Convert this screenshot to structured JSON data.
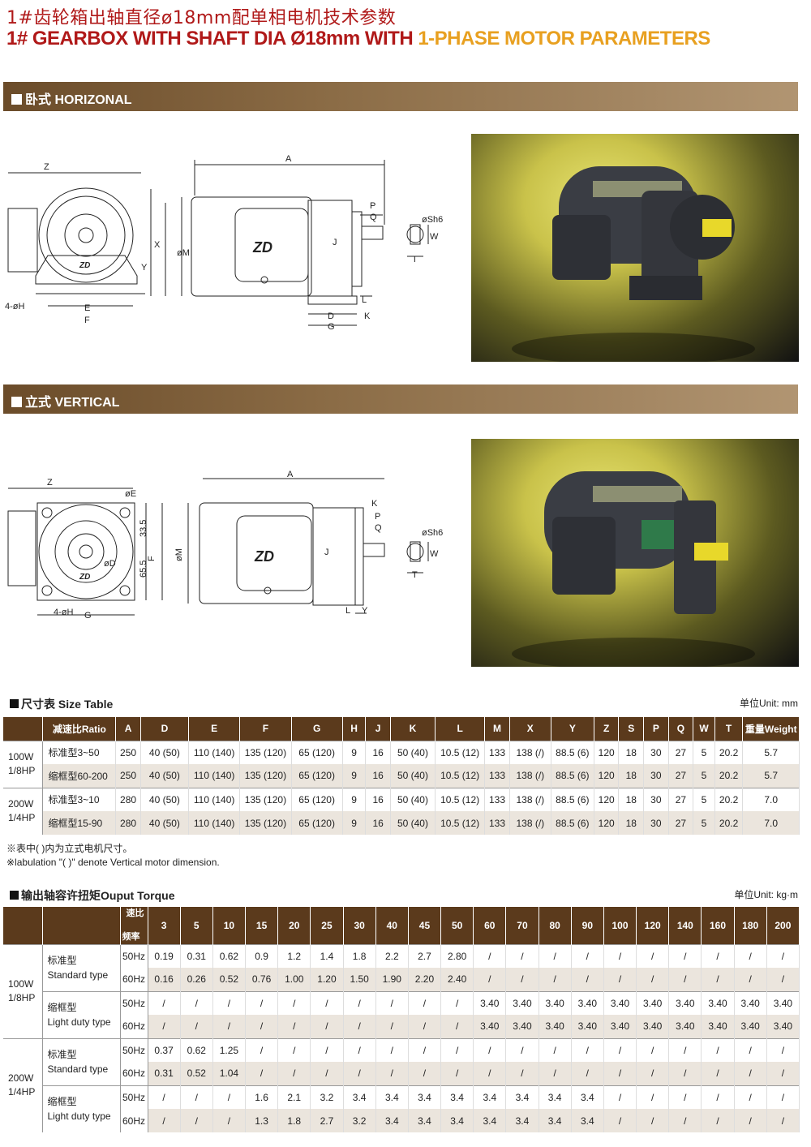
{
  "header": {
    "title_cn": "1#齿轮箱出轴直径ø18mm配单相电机技术参数",
    "title_en_part1": "1# GEARBOX WITH SHAFT DIA Ø18mm WITH ",
    "title_en_part2": "1-PHASE MOTOR PARAMETERS"
  },
  "sections": {
    "horizontal": "卧式 HORIZONAL",
    "vertical": "立式 VERTICAL"
  },
  "horizontal_drawing": {
    "labels": [
      "Z",
      "A",
      "X",
      "Y",
      "øM",
      "E",
      "F",
      "4-øH",
      "D",
      "G",
      "K",
      "P",
      "Q",
      "J",
      "L",
      "øSh6",
      "W",
      "T"
    ],
    "logo": "ZD"
  },
  "vertical_drawing": {
    "labels": [
      "Z",
      "øE",
      "33.5",
      "65.5",
      "øD",
      "F",
      "4-øH",
      "G",
      "A",
      "K",
      "P",
      "Q",
      "øM",
      "J",
      "L",
      "Y",
      "øSh6",
      "W",
      "T"
    ],
    "logo": "ZD"
  },
  "size_table": {
    "title": "尺寸表 Size Table",
    "unit": "单位Unit: mm",
    "headers": [
      "减速比Ratio",
      "A",
      "D",
      "E",
      "F",
      "G",
      "H",
      "J",
      "K",
      "L",
      "M",
      "X",
      "Y",
      "Z",
      "S",
      "P",
      "Q",
      "W",
      "T",
      "重量Weight"
    ],
    "groups": [
      {
        "power": "100W",
        "hp": "1/8HP",
        "rows": [
          {
            "type": "标准型3~50",
            "vals": [
              "250",
              "40 (50)",
              "110 (140)",
              "135 (120)",
              "65 (120)",
              "9",
              "16",
              "50 (40)",
              "10.5 (12)",
              "133",
              "138 (/)",
              "88.5 (6)",
              "120",
              "18",
              "30",
              "27",
              "5",
              "20.2",
              "5.7"
            ]
          },
          {
            "type": "缩框型60-200",
            "vals": [
              "250",
              "40 (50)",
              "110 (140)",
              "135 (120)",
              "65 (120)",
              "9",
              "16",
              "50 (40)",
              "10.5 (12)",
              "133",
              "138 (/)",
              "88.5 (6)",
              "120",
              "18",
              "30",
              "27",
              "5",
              "20.2",
              "5.7"
            ]
          }
        ]
      },
      {
        "power": "200W",
        "hp": "1/4HP",
        "rows": [
          {
            "type": "标准型3~10",
            "vals": [
              "280",
              "40 (50)",
              "110 (140)",
              "135 (120)",
              "65 (120)",
              "9",
              "16",
              "50 (40)",
              "10.5 (12)",
              "133",
              "138 (/)",
              "88.5 (6)",
              "120",
              "18",
              "30",
              "27",
              "5",
              "20.2",
              "7.0"
            ]
          },
          {
            "type": "缩框型15-90",
            "vals": [
              "280",
              "40 (50)",
              "110 (140)",
              "135 (120)",
              "65 (120)",
              "9",
              "16",
              "50 (40)",
              "10.5 (12)",
              "133",
              "138 (/)",
              "88.5 (6)",
              "120",
              "18",
              "30",
              "27",
              "5",
              "20.2",
              "7.0"
            ]
          }
        ]
      }
    ],
    "note1": "※表中( )内为立式电机尺寸。",
    "note2": "※labulation \"( )\" denote Vertical motor dimension."
  },
  "torque_table": {
    "title": "输出轴容许扭矩Ouput Torque",
    "unit": "单位Unit: kg·m",
    "corner_top": "速比",
    "corner_bottom": "频率",
    "ratios": [
      "3",
      "5",
      "10",
      "15",
      "20",
      "25",
      "30",
      "40",
      "45",
      "50",
      "60",
      "70",
      "80",
      "90",
      "100",
      "120",
      "140",
      "160",
      "180",
      "200"
    ],
    "groups": [
      {
        "power": "100W",
        "hp": "1/8HP",
        "types": [
          {
            "cn": "标准型",
            "en": "Standard type",
            "rows": [
              {
                "hz": "50Hz",
                "vals": [
                  "0.19",
                  "0.31",
                  "0.62",
                  "0.9",
                  "1.2",
                  "1.4",
                  "1.8",
                  "2.2",
                  "2.7",
                  "2.80",
                  "/",
                  "/",
                  "/",
                  "/",
                  "/",
                  "/",
                  "/",
                  "/",
                  "/",
                  "/"
                ]
              },
              {
                "hz": "60Hz",
                "vals": [
                  "0.16",
                  "0.26",
                  "0.52",
                  "0.76",
                  "1.00",
                  "1.20",
                  "1.50",
                  "1.90",
                  "2.20",
                  "2.40",
                  "/",
                  "/",
                  "/",
                  "/",
                  "/",
                  "/",
                  "/",
                  "/",
                  "/",
                  "/"
                ]
              }
            ]
          },
          {
            "cn": "缩框型",
            "en": "Light duty type",
            "rows": [
              {
                "hz": "50Hz",
                "vals": [
                  "/",
                  "/",
                  "/",
                  "/",
                  "/",
                  "/",
                  "/",
                  "/",
                  "/",
                  "/",
                  "3.40",
                  "3.40",
                  "3.40",
                  "3.40",
                  "3.40",
                  "3.40",
                  "3.40",
                  "3.40",
                  "3.40",
                  "3.40"
                ]
              },
              {
                "hz": "60Hz",
                "vals": [
                  "/",
                  "/",
                  "/",
                  "/",
                  "/",
                  "/",
                  "/",
                  "/",
                  "/",
                  "/",
                  "3.40",
                  "3.40",
                  "3.40",
                  "3.40",
                  "3.40",
                  "3.40",
                  "3.40",
                  "3.40",
                  "3.40",
                  "3.40"
                ]
              }
            ]
          }
        ]
      },
      {
        "power": "200W",
        "hp": "1/4HP",
        "types": [
          {
            "cn": "标准型",
            "en": "Standard type",
            "rows": [
              {
                "hz": "50Hz",
                "vals": [
                  "0.37",
                  "0.62",
                  "1.25",
                  "/",
                  "/",
                  "/",
                  "/",
                  "/",
                  "/",
                  "/",
                  "/",
                  "/",
                  "/",
                  "/",
                  "/",
                  "/",
                  "/",
                  "/",
                  "/",
                  "/"
                ]
              },
              {
                "hz": "60Hz",
                "vals": [
                  "0.31",
                  "0.52",
                  "1.04",
                  "/",
                  "/",
                  "/",
                  "/",
                  "/",
                  "/",
                  "/",
                  "/",
                  "/",
                  "/",
                  "/",
                  "/",
                  "/",
                  "/",
                  "/",
                  "/",
                  "/"
                ]
              }
            ]
          },
          {
            "cn": "缩框型",
            "en": "Light duty type",
            "rows": [
              {
                "hz": "50Hz",
                "vals": [
                  "/",
                  "/",
                  "/",
                  "1.6",
                  "2.1",
                  "3.2",
                  "3.4",
                  "3.4",
                  "3.4",
                  "3.4",
                  "3.4",
                  "3.4",
                  "3.4",
                  "3.4",
                  "/",
                  "/",
                  "/",
                  "/",
                  "/",
                  "/"
                ]
              },
              {
                "hz": "60Hz",
                "vals": [
                  "/",
                  "/",
                  "/",
                  "1.3",
                  "1.8",
                  "2.7",
                  "3.2",
                  "3.4",
                  "3.4",
                  "3.4",
                  "3.4",
                  "3.4",
                  "3.4",
                  "3.4",
                  "/",
                  "/",
                  "/",
                  "/",
                  "/",
                  "/"
                ]
              }
            ]
          }
        ]
      }
    ]
  },
  "colors": {
    "title_red": "#b01919",
    "title_orange": "#e8a020",
    "section_brown": "#6b4c2a",
    "table_header": "#5b3a1c",
    "row_shade": "#ebe5dd"
  }
}
